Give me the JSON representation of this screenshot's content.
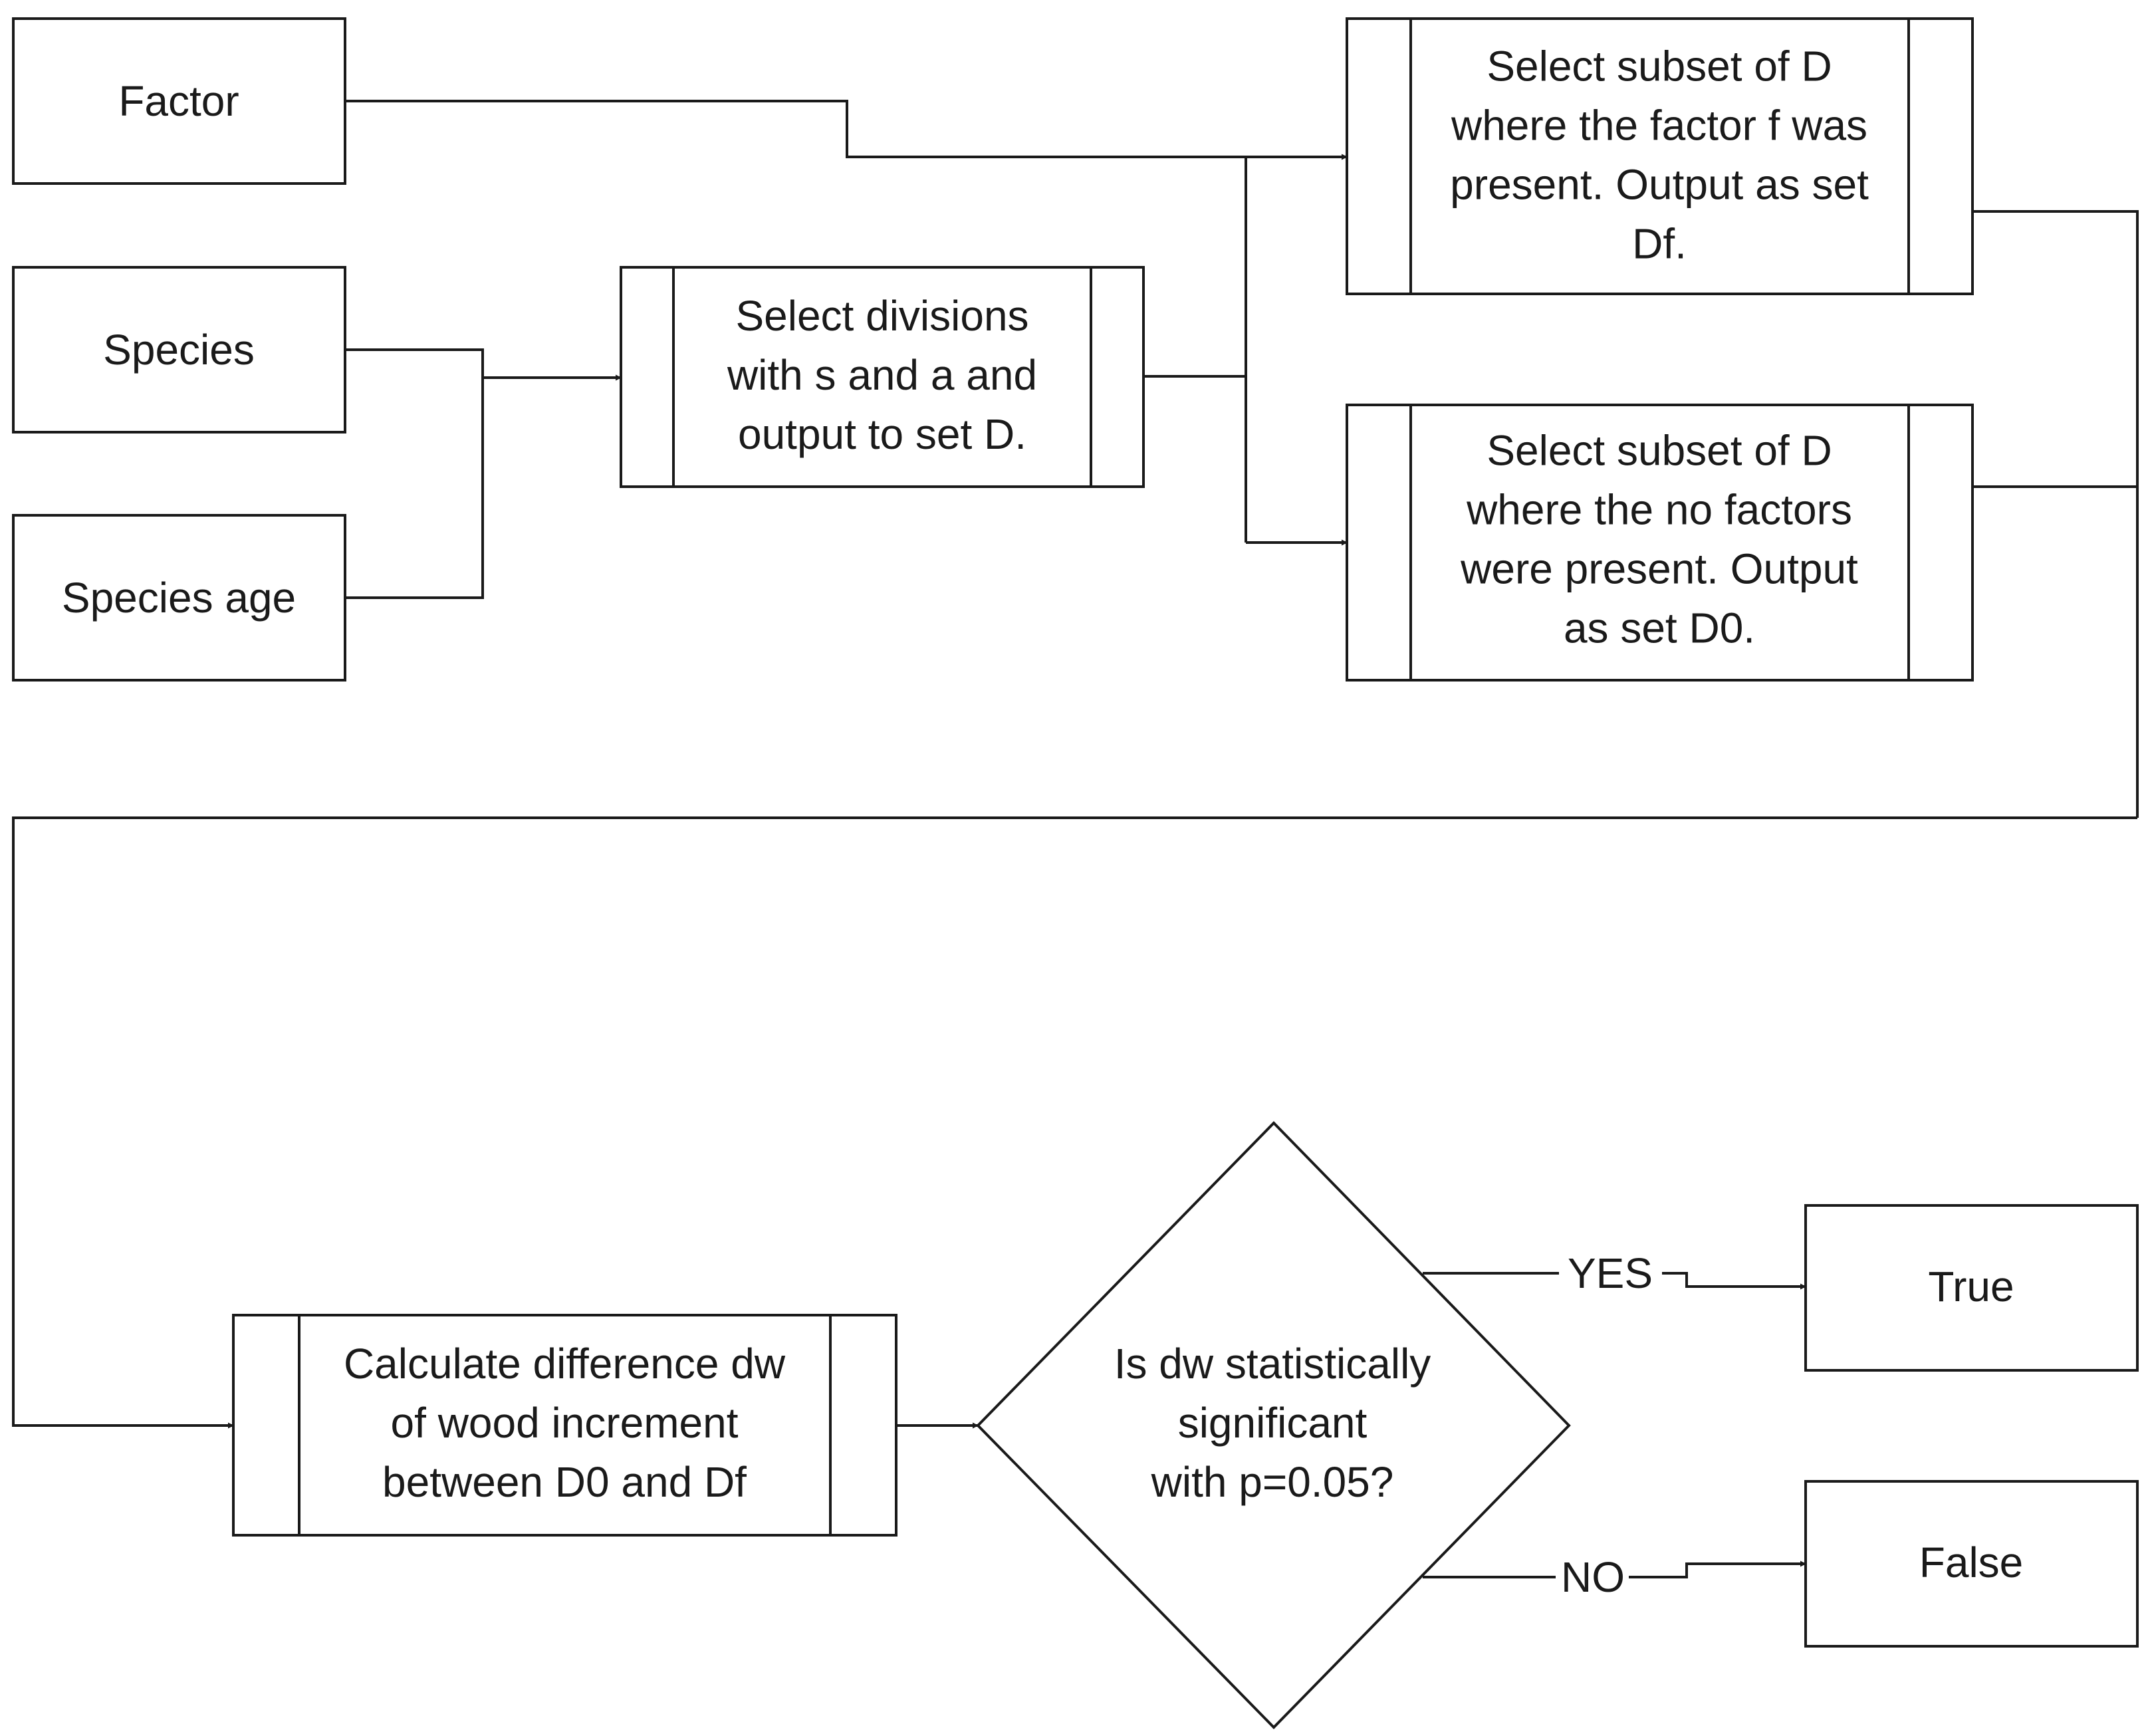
{
  "nodes": {
    "factor": {
      "lines": [
        "Factor"
      ]
    },
    "species": {
      "lines": [
        "Species"
      ]
    },
    "species_age": {
      "lines": [
        "Species age"
      ]
    },
    "select_divisions": {
      "lines": [
        "Select divisions",
        "with s and a and",
        "output to set D."
      ]
    },
    "subset_df": {
      "lines": [
        "Select subset of D",
        "where the factor f was",
        "present. Output as set",
        "Df."
      ]
    },
    "subset_d0": {
      "lines": [
        "Select subset of D",
        "where the no factors",
        "were present. Output",
        "as set D0."
      ]
    },
    "calc_difference": {
      "lines": [
        "Calculate difference dw",
        "of wood increment",
        "between D0 and Df"
      ]
    },
    "decision": {
      "lines": [
        "Is dw statistically",
        "significant",
        "with p=0.05?"
      ]
    },
    "true_result": {
      "lines": [
        "True"
      ]
    },
    "false_result": {
      "lines": [
        "False"
      ]
    }
  },
  "edges": {
    "yes_label": "YES",
    "no_label": "NO"
  },
  "colors": {
    "stroke": "#1a1a1a",
    "background": "#ffffff"
  }
}
